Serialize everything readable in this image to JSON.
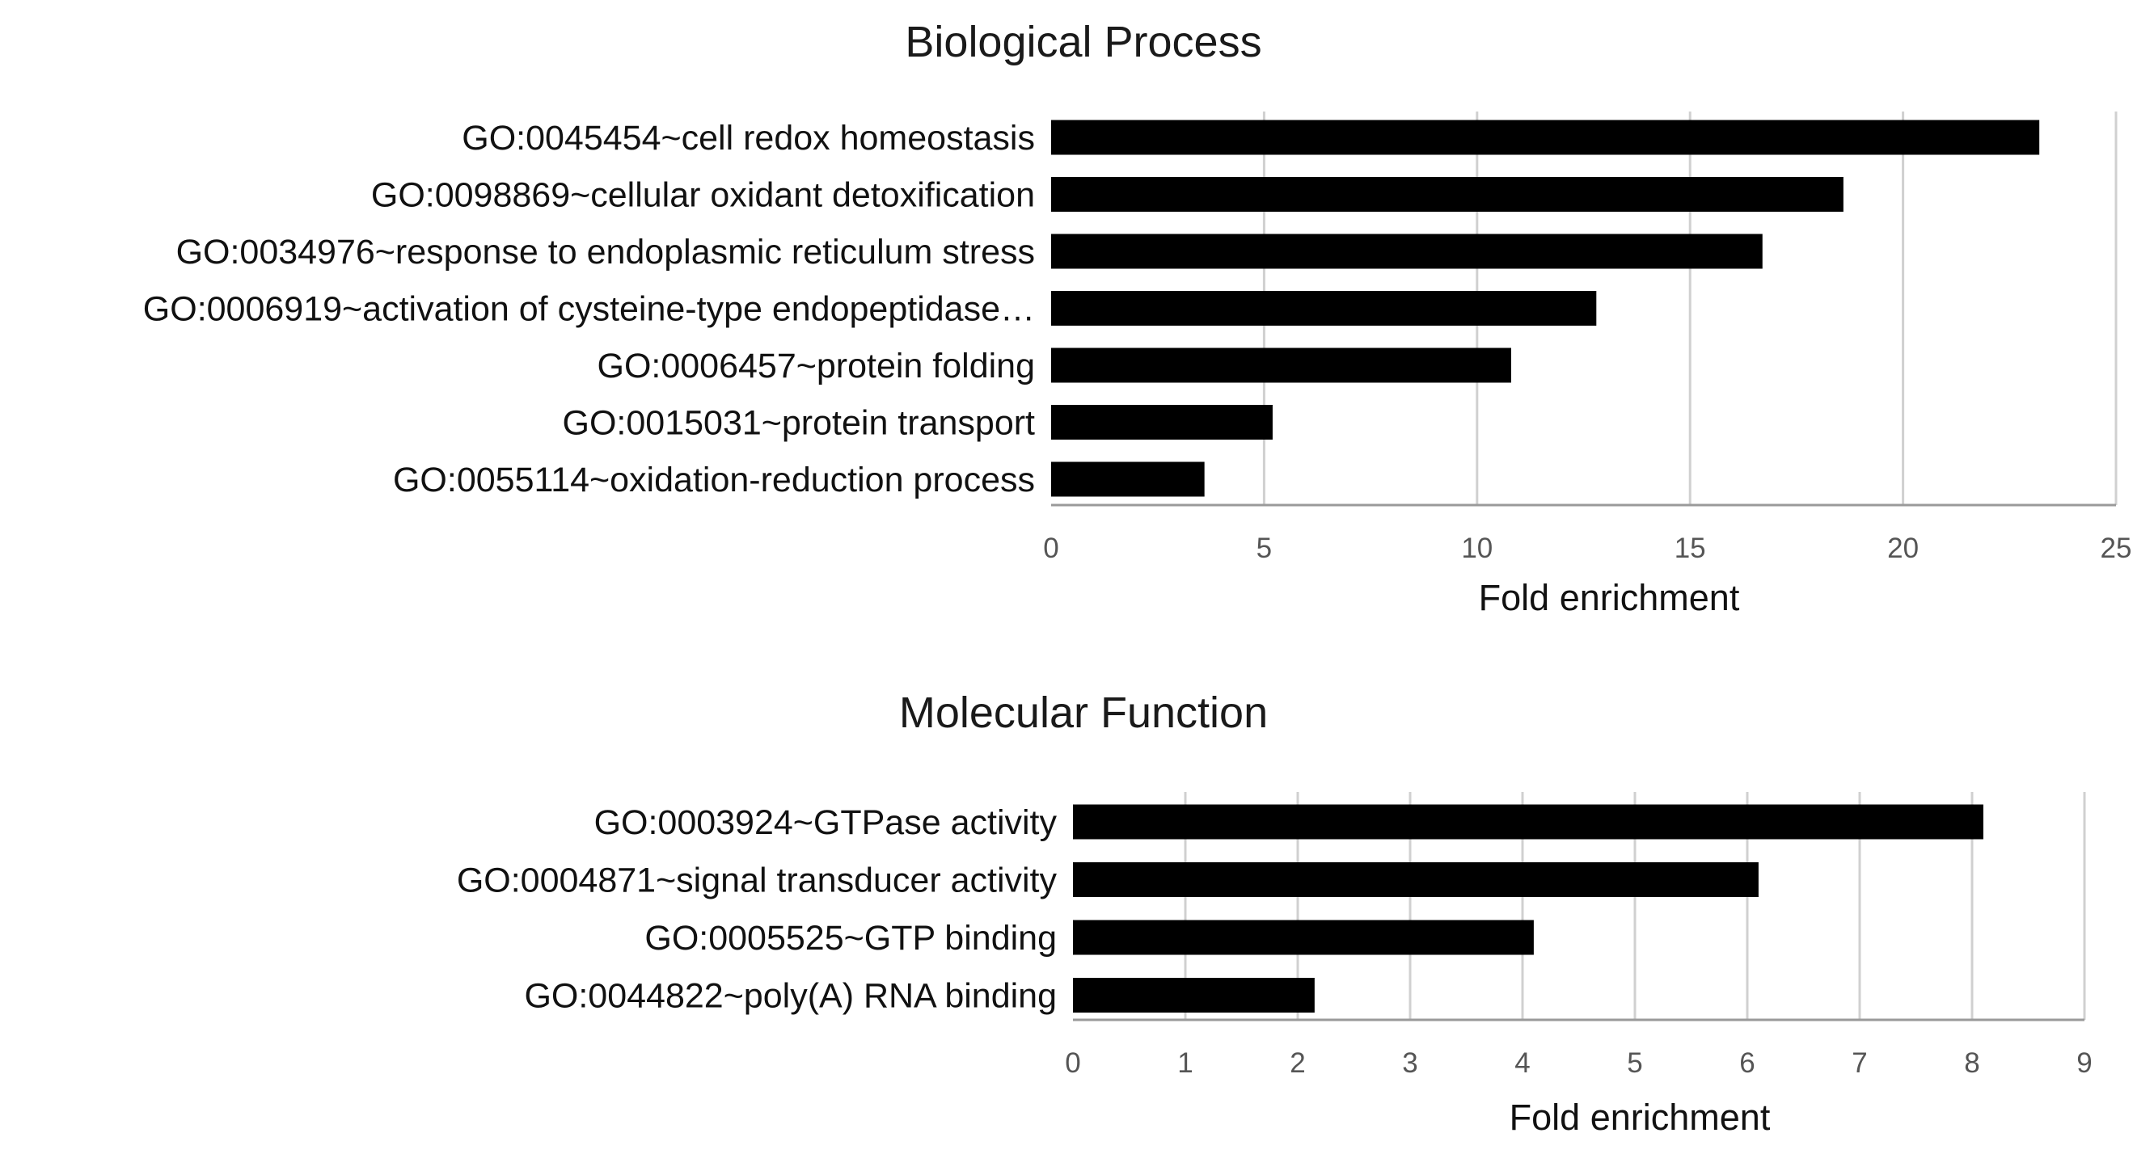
{
  "chart_data": [
    {
      "type": "bar",
      "orientation": "horizontal",
      "title": "Biological Process",
      "xlabel": "Fold enrichment",
      "ylabel": "",
      "xlim": [
        0,
        25
      ],
      "xticks": [
        "0",
        "5",
        "10",
        "15",
        "20",
        "25"
      ],
      "grid": true,
      "bar_color": "#000000",
      "categories": [
        "GO:0045454~cell redox homeostasis",
        "GO:0098869~cellular oxidant detoxification",
        "GO:0034976~response to endoplasmic reticulum stress",
        "GO:0006919~activation of cysteine-type endopeptidase…",
        "GO:0006457~protein folding",
        "GO:0015031~protein transport",
        "GO:0055114~oxidation-reduction process"
      ],
      "values": [
        23.2,
        18.6,
        16.7,
        12.8,
        10.8,
        5.2,
        3.6
      ]
    },
    {
      "type": "bar",
      "orientation": "horizontal",
      "title": "Molecular Function",
      "xlabel": "Fold enrichment",
      "ylabel": "",
      "xlim": [
        0,
        9
      ],
      "xticks": [
        "0",
        "1",
        "2",
        "3",
        "4",
        "5",
        "6",
        "7",
        "8",
        "9"
      ],
      "grid": true,
      "bar_color": "#000000",
      "categories": [
        "GO:0003924~GTPase activity",
        "GO:0004871~signal transducer activity",
        "GO:0005525~GTP binding",
        "GO:0044822~poly(A) RNA binding"
      ],
      "values": [
        8.1,
        6.1,
        4.1,
        2.15
      ]
    }
  ]
}
